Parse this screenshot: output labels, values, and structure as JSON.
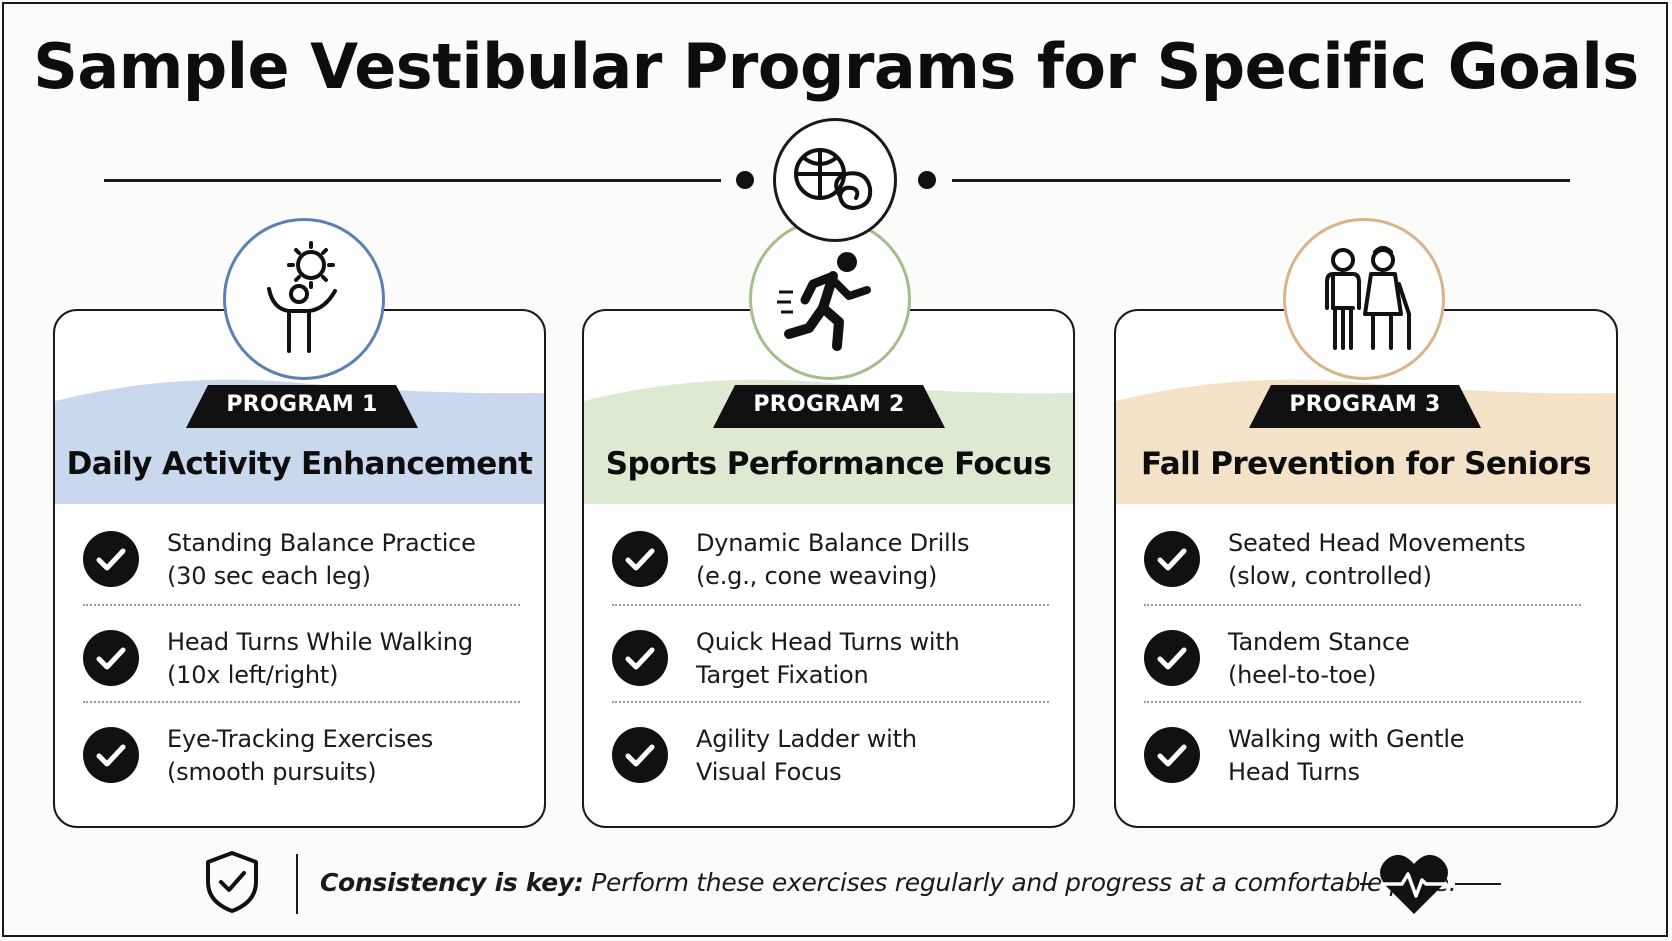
{
  "title": "Sample Vestibular Programs for Specific Goals",
  "colors": {
    "program1_band": "#c9d8ec",
    "program2_band": "#dde9d1",
    "program3_band": "#f3e2c8",
    "program1_ring": "#5d7fb5",
    "program2_ring": "#a4be8a",
    "program3_ring": "#d9b48a",
    "ink": "#111111"
  },
  "programs": [
    {
      "badge": "PROGRAM 1",
      "name": "Daily Activity Enhancement",
      "icon": "person-sun-icon",
      "items": [
        {
          "line1": "Standing Balance Practice",
          "line2": "(30 sec each leg)"
        },
        {
          "line1": "Head Turns While Walking",
          "line2": "(10x left/right)"
        },
        {
          "line1": "Eye-Tracking Exercises",
          "line2": "(smooth pursuits)"
        }
      ]
    },
    {
      "badge": "PROGRAM 2",
      "name": "Sports Performance Focus",
      "icon": "runner-icon",
      "items": [
        {
          "line1": "Dynamic Balance Drills",
          "line2": "(e.g., cone weaving)"
        },
        {
          "line1": "Quick Head Turns with",
          "line2": "Target Fixation"
        },
        {
          "line1": "Agility Ladder with",
          "line2": "Visual Focus"
        }
      ]
    },
    {
      "badge": "PROGRAM 3",
      "name": "Fall Prevention for Seniors",
      "icon": "seniors-icon",
      "items": [
        {
          "line1": "Seated Head Movements",
          "line2": "(slow, controlled)"
        },
        {
          "line1": "Tandem Stance",
          "line2": "(heel-to-toe)"
        },
        {
          "line1": "Walking with Gentle",
          "line2": "Head Turns"
        }
      ]
    }
  ],
  "footer": {
    "bold": "Consistency is key:",
    "rest": " Perform these exercises regularly and progress at a comfortable pace."
  }
}
